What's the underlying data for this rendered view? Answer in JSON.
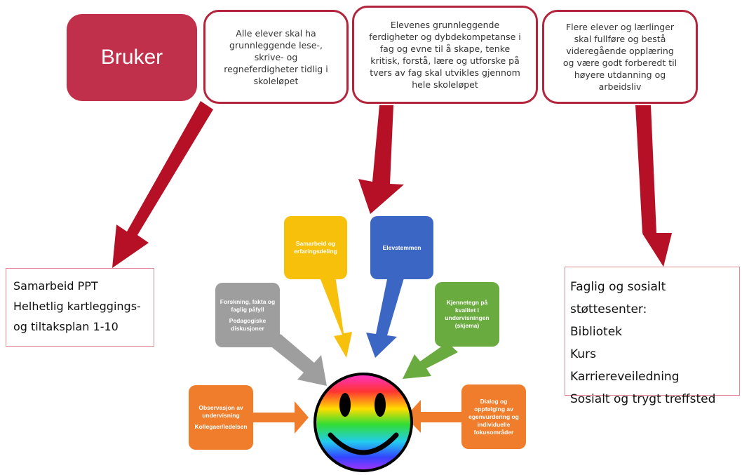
{
  "bruker_label": "Bruker",
  "goals": [
    {
      "lines": [
        "Alle elever skal ha",
        "grunnleggende lese-,",
        "skrive- og",
        "regneferdigheter tidlig i",
        "skoleløpet"
      ]
    },
    {
      "lines": [
        "Elevenes grunnleggende",
        "ferdigheter og dybdekompetanse i",
        "fag og evne til å skape, tenke",
        "kritisk, forstå, lære og utforske på",
        "tvers av fag skal utvikles gjennom",
        "hele skoleløpet"
      ]
    },
    {
      "lines": [
        "Flere elever og lærlinger",
        "skal fullføre og bestå",
        "videregående opplæring",
        "og være godt forberedt til",
        "høyere utdanning og",
        "arbeidsliv"
      ]
    }
  ],
  "left_box": {
    "lines": [
      "Samarbeid PPT",
      "Helhetlig kartleggings-",
      "og tiltaksplan 1-10"
    ]
  },
  "right_box": {
    "lines": [
      "Faglig og sosialt støttesenter:",
      "Bibliotek",
      "Kurs",
      "Karriereveiledning",
      "Sosialt og trygt treffsted"
    ]
  },
  "pillars": {
    "observasjon": {
      "line1": "Observasjon av",
      "line2": "undervisning",
      "line3": "Kollegaer/ledelsen"
    },
    "forskning": {
      "line1": "Forskning, fakta og",
      "line2": "faglig påfyll",
      "line3": "Pedagogiske",
      "line4": "diskusjoner"
    },
    "samarbeid": {
      "line1": "Samarbeid og",
      "line2": "erfaringsdeling"
    },
    "elevstemmen": {
      "line1": "Elevstemmen"
    },
    "kjennetegn": {
      "line1": "Kjennetegn på",
      "line2": "kvalitet i",
      "line3": "undervisningen",
      "line4": "(skjema)"
    },
    "dialog": {
      "line1": "Dialog og",
      "line2": "oppfølging av",
      "line3": "egenvurdering og",
      "line4": "individuelle",
      "line5": "fokusområder"
    }
  },
  "colors": {
    "red_arrow": "#b51025",
    "bruker": "#c0304a",
    "orange": "#ef7d2b",
    "gray": "#9e9e9e",
    "yellow": "#f7c00a",
    "blue": "#3c66c4",
    "green": "#6aab3f"
  }
}
